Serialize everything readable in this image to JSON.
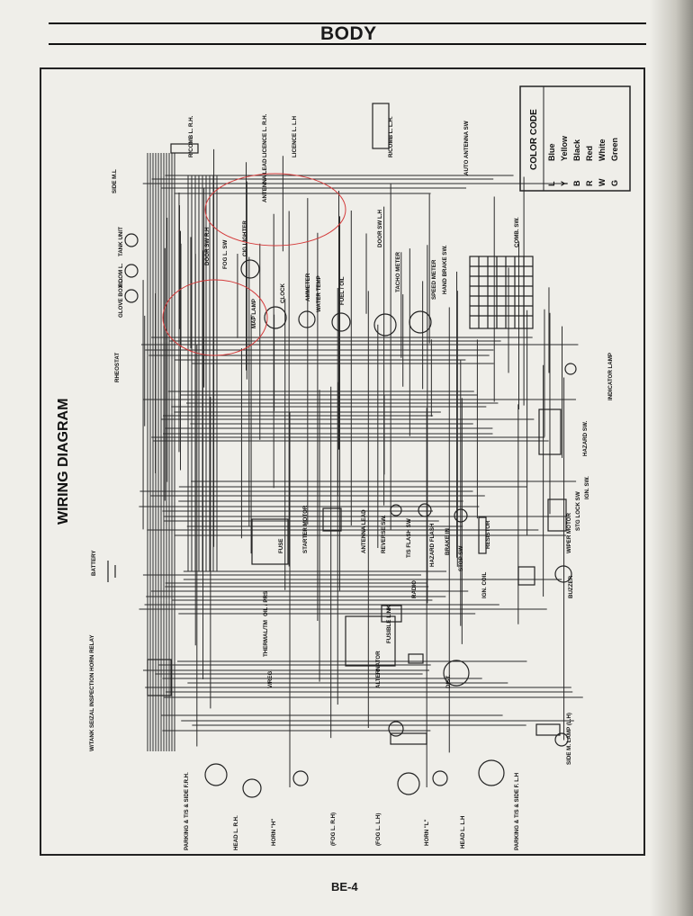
{
  "header": {
    "section": "BODY"
  },
  "title": "WIRING DIAGRAM",
  "page_number": "BE-4",
  "color_code": {
    "title": "COLOR CODE",
    "entries": [
      {
        "code": "L",
        "name": "Blue"
      },
      {
        "code": "Y",
        "name": "Yellow"
      },
      {
        "code": "B",
        "name": "Black"
      },
      {
        "code": "R",
        "name": "Red"
      },
      {
        "code": "W",
        "name": "White"
      },
      {
        "code": "G",
        "name": "Green"
      }
    ]
  },
  "components": {
    "side_m_l": "SIDE M.L",
    "tank_unit": "TANK UNIT",
    "room_l": "ROOM L.",
    "glove_box_l": "GLOVE BOX L.",
    "rheostat": "RHEOSTAT",
    "battery": "BATTERY",
    "horn_relay": "W/TANK SEIZAL INSPECTION HORN RELAY",
    "parking_rh": "PARKING & T/S & SIDE F.R.H.",
    "head_rh": "HEAD L. R.H.",
    "horn_h": "HORN \"H\"",
    "fog_rh": "(FOG L. R.H)",
    "fog_lh": "(FOG L. L.H)",
    "horn_l": "HORN \"L\"",
    "head_lh": "HEAD L. L.H",
    "parking_lh": "PARKING & T/S & SIDE F. L.H",
    "side_m_lamp_lh": "SIDE M. LAMP (L.H)",
    "rcomb_rh": "R/COMB L. R.H.",
    "licence_rh": "LICENCE L. R.H.",
    "licence_lh": "LICENCE L. L.H",
    "rcomb_lh": "R/COMB L. L.H.",
    "auto_antenna_sw": "AUTO ANTENNA SW",
    "door_sw_rh": "DOOR SW R.H",
    "door_sw_lh": "DOOR SW L.H",
    "fog_l_sw": "FOG L. SW",
    "cig_lighter": "CIG LIGHTER",
    "map_lamp": "MAP LAMP",
    "clock": "CLOCK",
    "ammeter": "AMMETER",
    "water_temp": "WATER TEMP",
    "fuel_oil": "FUEL / OIL",
    "tacho_meter": "TACHO METER",
    "speed_meter": "SPEED METER",
    "hand_brake_sw": "HAND BRAKE SW.",
    "comb_sw": "COMB. SW.",
    "indicator_lamp": "INDICATOR LAMP",
    "hazard_sw": "HAZARD SW.",
    "ign_sw": "IGN. SW.",
    "str_lock_sw": "STG LOCK SW",
    "wiper_motor": "WIPER MOTOR",
    "buzzer": "BUZZER",
    "resistor": "RESISTOR",
    "stop_sw": "STOP SW",
    "brake_in": "BRAKE IN",
    "hazard_flash": "HAZARD FLASH",
    "ts_flash_sw": "T/S FLASH SW",
    "reverse_sw": "REVERSE SW.",
    "ign_coil": "IGN. COIL",
    "radio": "RADIO",
    "antenna_lead": "ANTENNA LEAD",
    "starter_motor": "STARTER MOTOR",
    "fuse": "FUSE",
    "oil_prs": "OIL / PRS",
    "thermal_tm": "THERMAL/TM",
    "v_reg": "V/REG.",
    "alternator": "ALTERNATOR",
    "fusible_link": "FUSIBLE LINK",
    "dist": "DIST.",
    "antenna_lead_top": "ANTENNA LEAD"
  }
}
